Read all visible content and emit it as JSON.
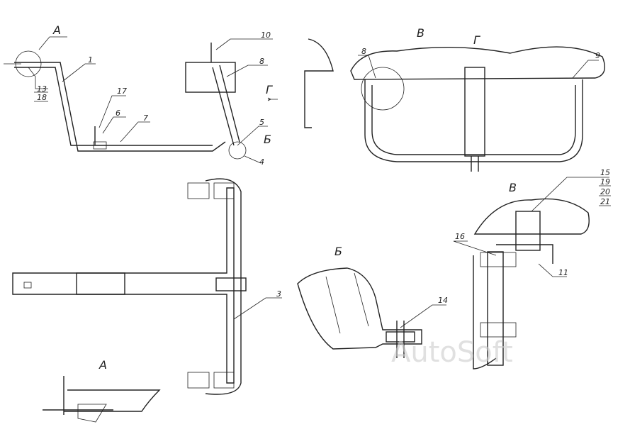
{
  "views": {
    "view_a_top": "А",
    "view_g_top": "Г",
    "view_b_label": "Б",
    "view_v_top": "В",
    "view_g_main": "Г",
    "view_v_detail": "В",
    "view_b_detail": "Б",
    "view_a_detail": "А"
  },
  "callouts": {
    "c1": "1",
    "c13": "13",
    "c18": "18",
    "c17": "17",
    "c6": "6",
    "c7": "7",
    "c10": "10",
    "c8": "8",
    "c5": "5",
    "c4": "4",
    "c3": "3",
    "c8b": "8",
    "c9": "9",
    "c15": "15",
    "c19": "19",
    "c20": "20",
    "c21": "21",
    "c16": "16",
    "c11": "11",
    "c14": "14"
  },
  "watermark": "AutoSoft"
}
